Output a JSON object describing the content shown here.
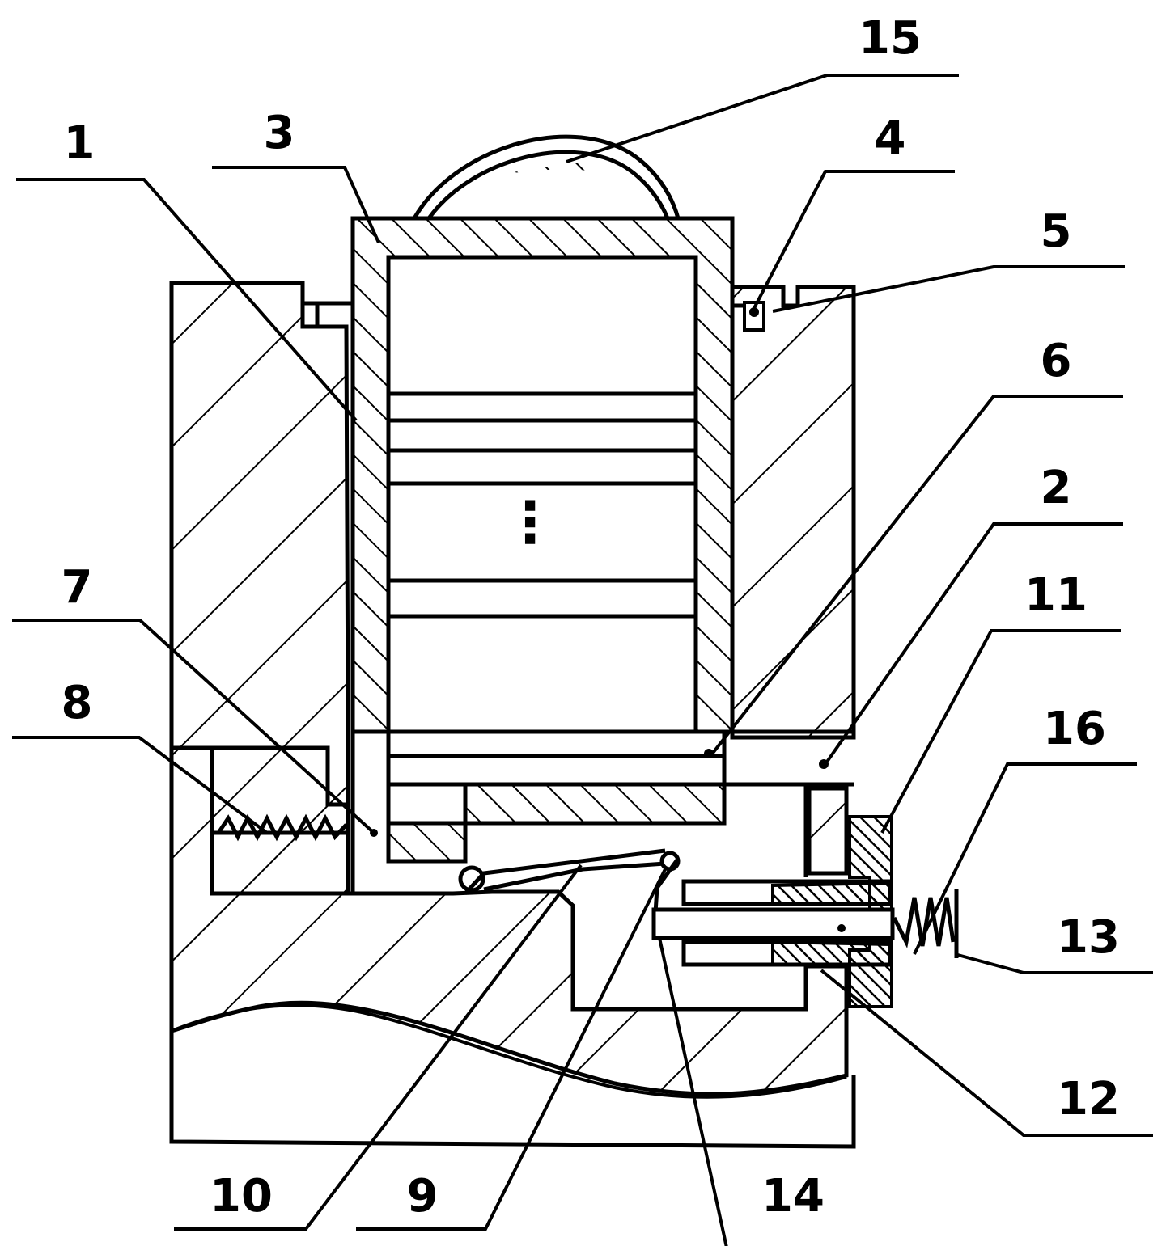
{
  "labels": {
    "l1": "1",
    "l2": "2",
    "l3": "3",
    "l4": "4",
    "l5": "5",
    "l6": "6",
    "l7": "7",
    "l8": "8",
    "l9": "9",
    "l10": "10",
    "l11": "11",
    "l12": "12",
    "l13": "13",
    "l14": "14",
    "l15": "15",
    "l16": "16",
    "center_dots": "⋮"
  }
}
